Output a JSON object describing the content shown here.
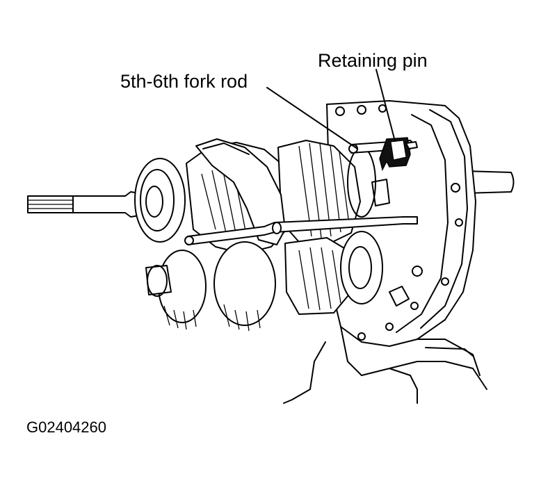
{
  "labels": {
    "retaining_pin": "Retaining pin",
    "fork_rod": "5th-6th fork rod"
  },
  "figure_id": "G02404260"
}
